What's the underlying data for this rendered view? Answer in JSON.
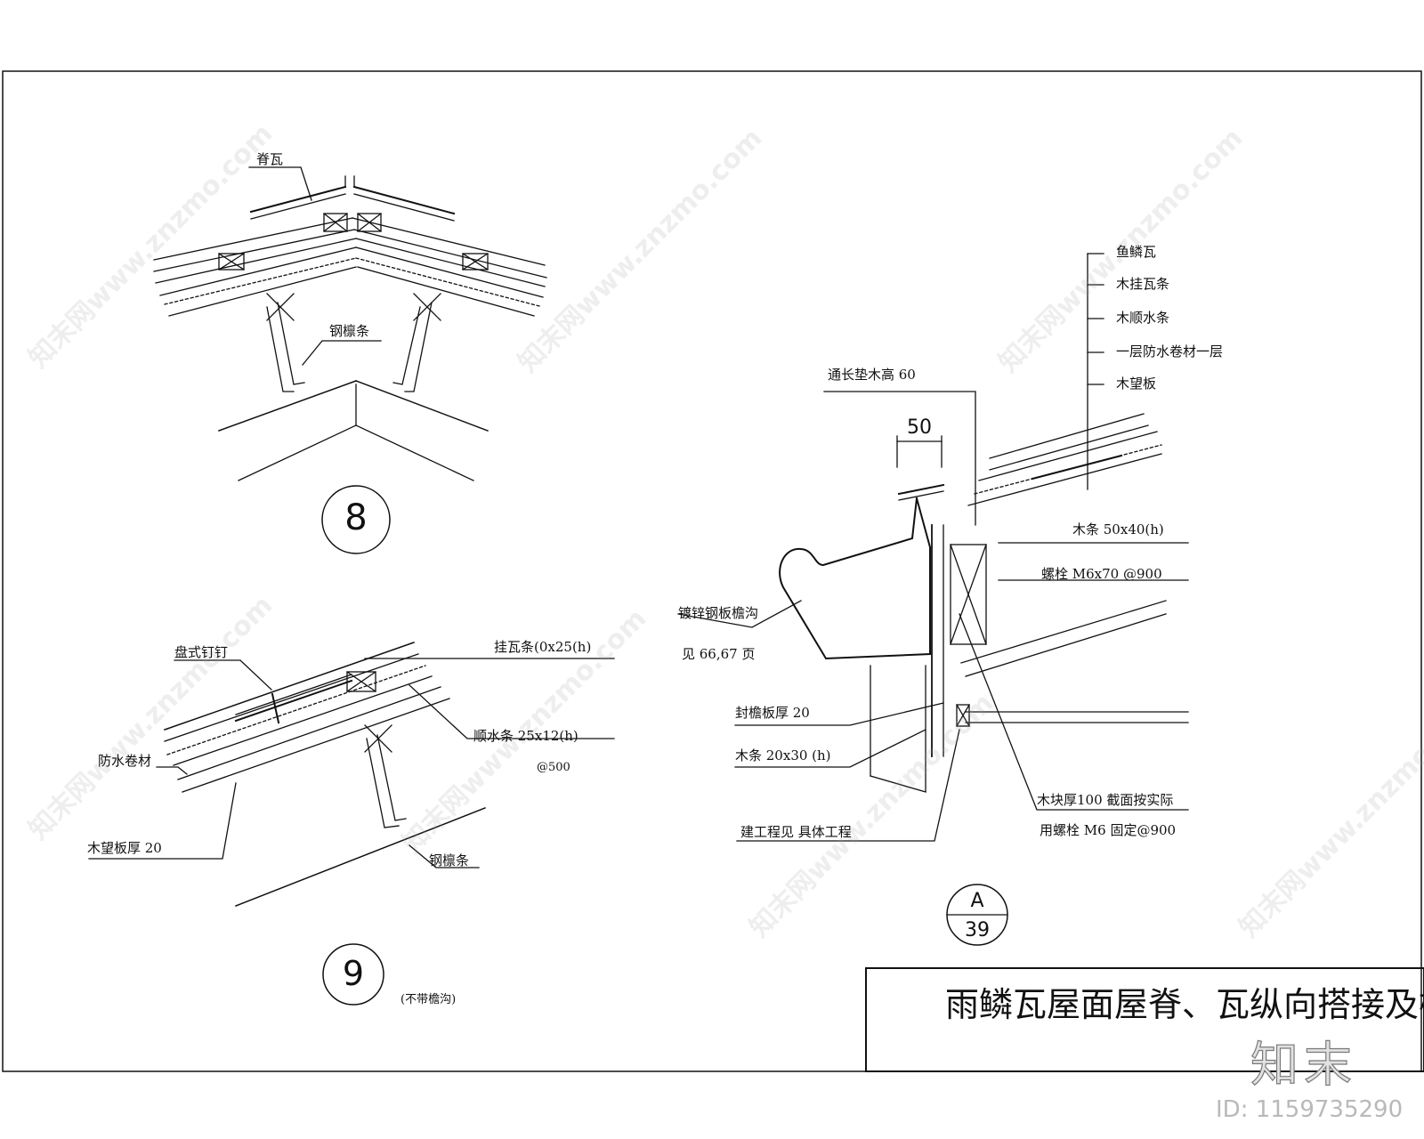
{
  "watermark": "知末网www.znzmo.com",
  "detail8": {
    "bubble": "8",
    "labels": {
      "ridge_tile": "脊瓦",
      "steel_purlin": "钢檩条"
    }
  },
  "detail9": {
    "bubble": "9",
    "note": "(不带檐沟)",
    "labels": {
      "nail": "盘式钉钉",
      "tile_batten": "挂瓦条(0x25(h)",
      "waterproof": "防水卷材",
      "counter_batten": "顺水条  25x12(h)",
      "spacing": "@500",
      "wood_board": "木望板厚  20",
      "steel_purlin": "钢檩条"
    }
  },
  "detailA": {
    "bubble_top": "A",
    "bubble_bottom": "39",
    "dim_50": "50",
    "labels": {
      "fish_scale_tile": "鱼鳞瓦",
      "batten": "木挂瓦条",
      "counter_batten": "木顺水条",
      "membrane": "一层防水卷材一层",
      "roof_board": "木望板",
      "pad_height": "通长垫木高  60",
      "wood_strip_50x40": "木条  50x40(h)",
      "bolt_m6x70": "螺栓  M6x70  @900",
      "gutter": "镀锌钢板檐沟",
      "gutter_ref": "见 66,67  页",
      "fascia": "封檐板厚  20",
      "wood_strip_20x30": "木条 20x30   (h)",
      "finish": "建工程见  具体工程",
      "block": "木块厚100     截面按实际",
      "bolt_fix": "用螺栓 M6  固定@900"
    }
  },
  "title_block": {
    "title": "雨鳞瓦屋面屋脊、瓦纵向搭接及檐口"
  },
  "brand": "知末",
  "id_text": "ID: 1159735290"
}
